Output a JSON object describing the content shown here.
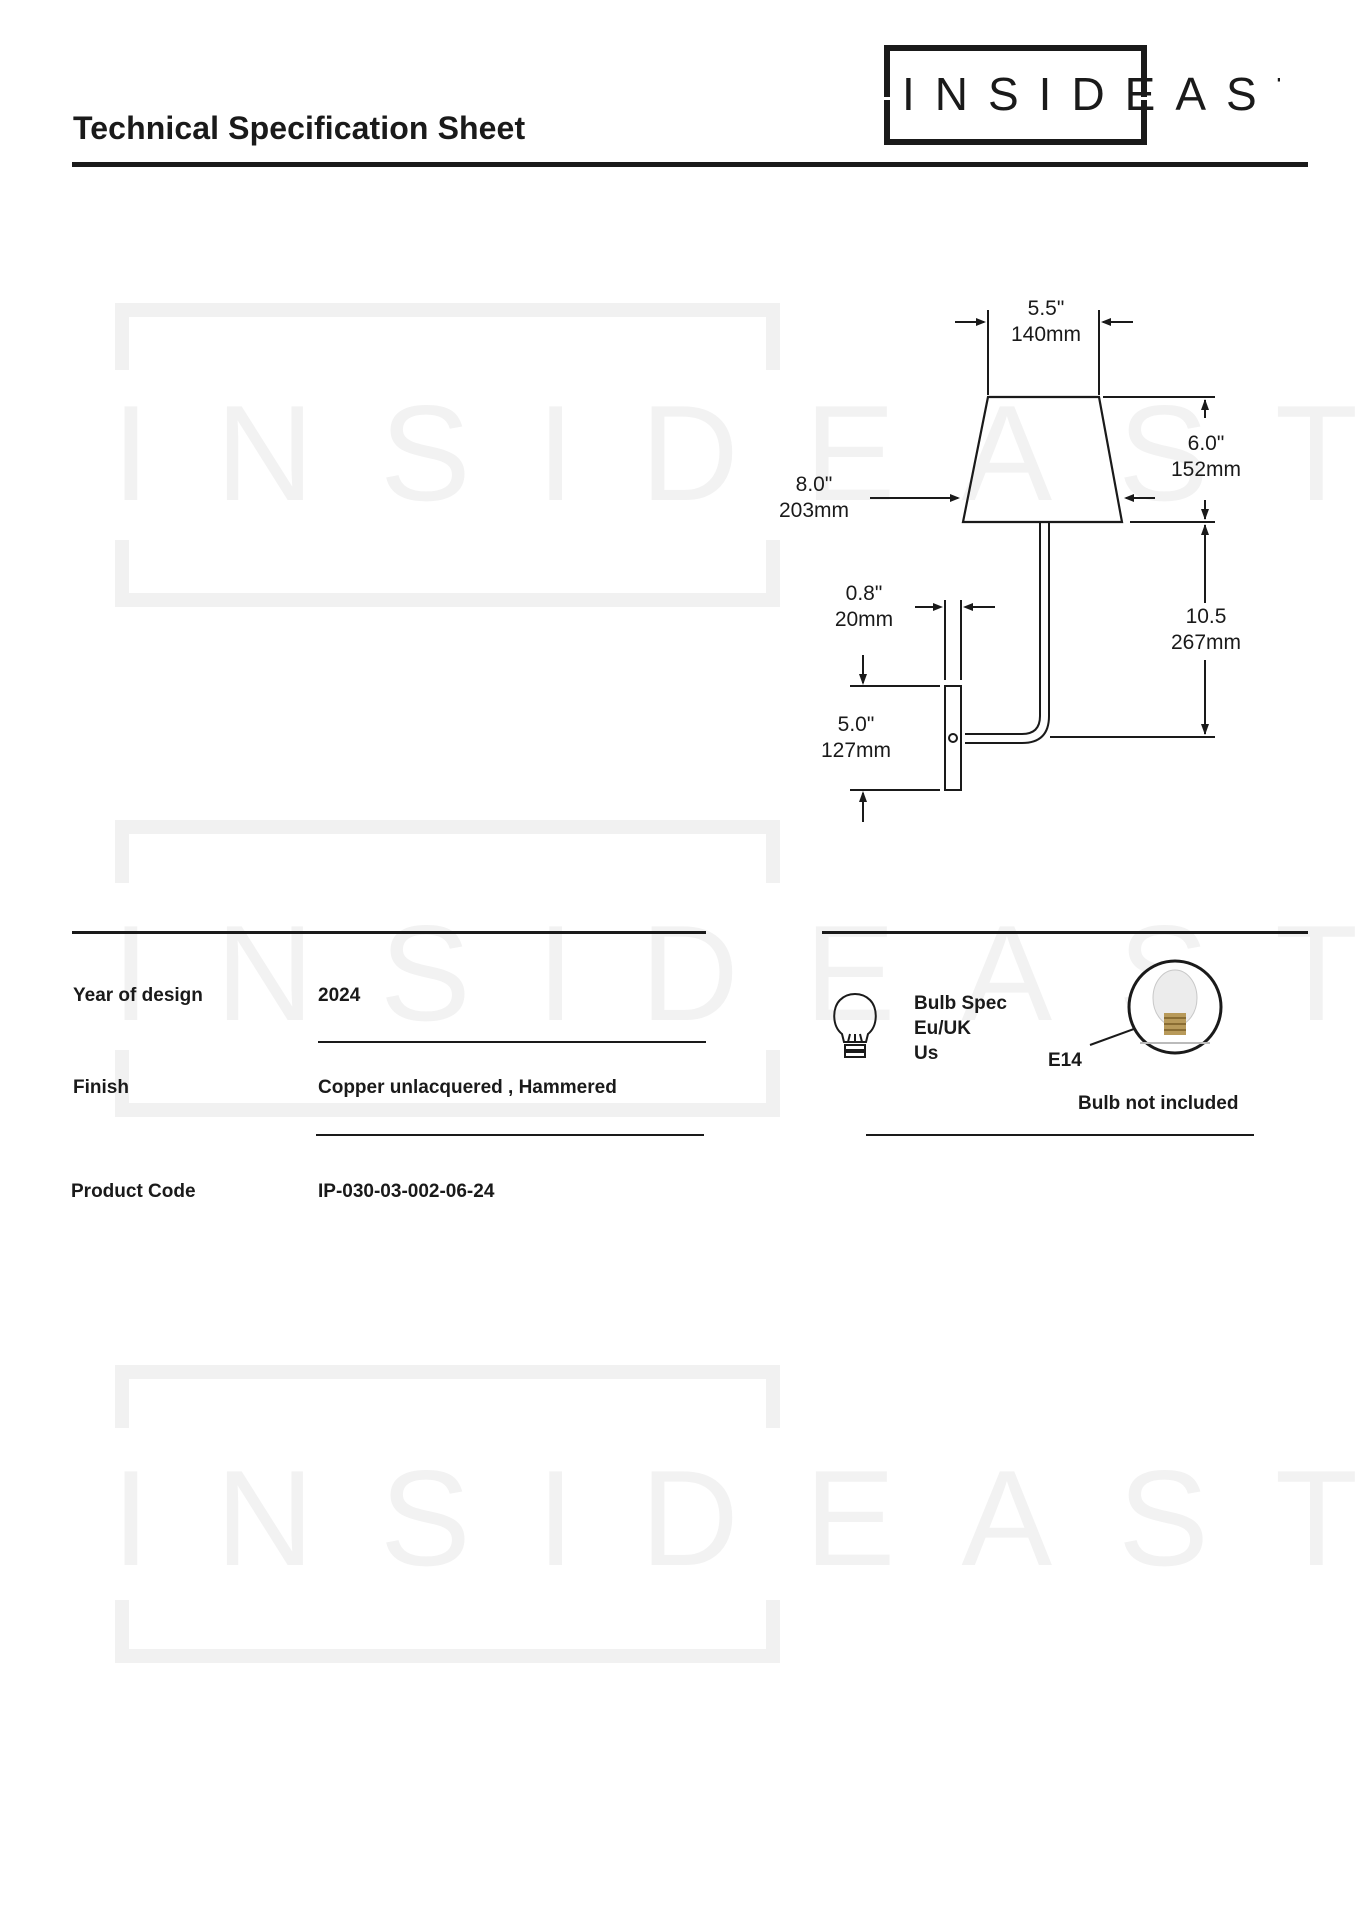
{
  "header": {
    "title": "Technical Specification Sheet",
    "logo_text": "INSIDEAST"
  },
  "watermark": {
    "text": "INSIDEAST",
    "color": "#f3f3f3"
  },
  "dimensions": {
    "shade_top": {
      "in": "5.5\"",
      "mm": "140mm"
    },
    "shade_height": {
      "in": "6.0\"",
      "mm": "152mm"
    },
    "shade_bottom": {
      "in": "8.0\"",
      "mm": "203mm"
    },
    "arm_height": {
      "in": "10.5",
      "mm": "267mm"
    },
    "plate_depth": {
      "in": "0.8\"",
      "mm": "20mm"
    },
    "plate_height": {
      "in": "5.0\"",
      "mm": "127mm"
    }
  },
  "specs": [
    {
      "label": "Year of design",
      "value": "2024"
    },
    {
      "label": "Finish",
      "value": "Copper unlacquered , Hammered"
    },
    {
      "label": "Product Code",
      "value": "IP-030-03-002-06-24"
    }
  ],
  "bulb": {
    "heading": "Bulb Spec",
    "regions": [
      "Eu/UK",
      "Us"
    ],
    "socket": "E14",
    "note": "Bulb not included"
  },
  "icons": [
    "bulb-outline-icon",
    "bulb-photo-icon"
  ]
}
